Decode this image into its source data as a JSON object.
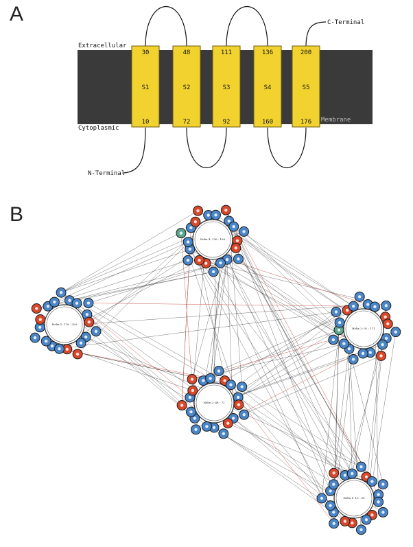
{
  "panel_a": {
    "letter": "A",
    "extracellular_label": "Extracellular",
    "cytoplasmic_label": "Cytoplasmic",
    "membrane_label": "Membrane",
    "n_terminal_label": "N-Terminal",
    "c_terminal_label": "C-Terminal",
    "helices": [
      {
        "name": "S1",
        "top": "30",
        "bottom": "10"
      },
      {
        "name": "S2",
        "top": "48",
        "bottom": "72"
      },
      {
        "name": "S3",
        "top": "111",
        "bottom": "92"
      },
      {
        "name": "S4",
        "top": "136",
        "bottom": "160"
      },
      {
        "name": "S5",
        "top": "200",
        "bottom": "176"
      }
    ],
    "colors": {
      "membrane": "#3a3a3a",
      "helix": "#f2d22e",
      "helix_stroke": "#6b5a10"
    }
  },
  "panel_b": {
    "letter": "B",
    "colors": {
      "hydrophobic": "#4a86c8",
      "charged": "#d9482b",
      "neutral": "#5aa58e",
      "link": "#222222",
      "link_red": "#c0392b"
    },
    "wheels": [
      {
        "id": "h4",
        "center_label": "Helix 4: 136 - 160"
      },
      {
        "id": "h5",
        "center_label": "Helix 5: 176 - 200"
      },
      {
        "id": "h3",
        "center_label": "Helix 3: 92 - 111"
      },
      {
        "id": "h2",
        "center_label": "Helix 2: 48 - 72"
      },
      {
        "id": "h1",
        "center_label": "Helix 1: 10 - 30"
      }
    ]
  }
}
